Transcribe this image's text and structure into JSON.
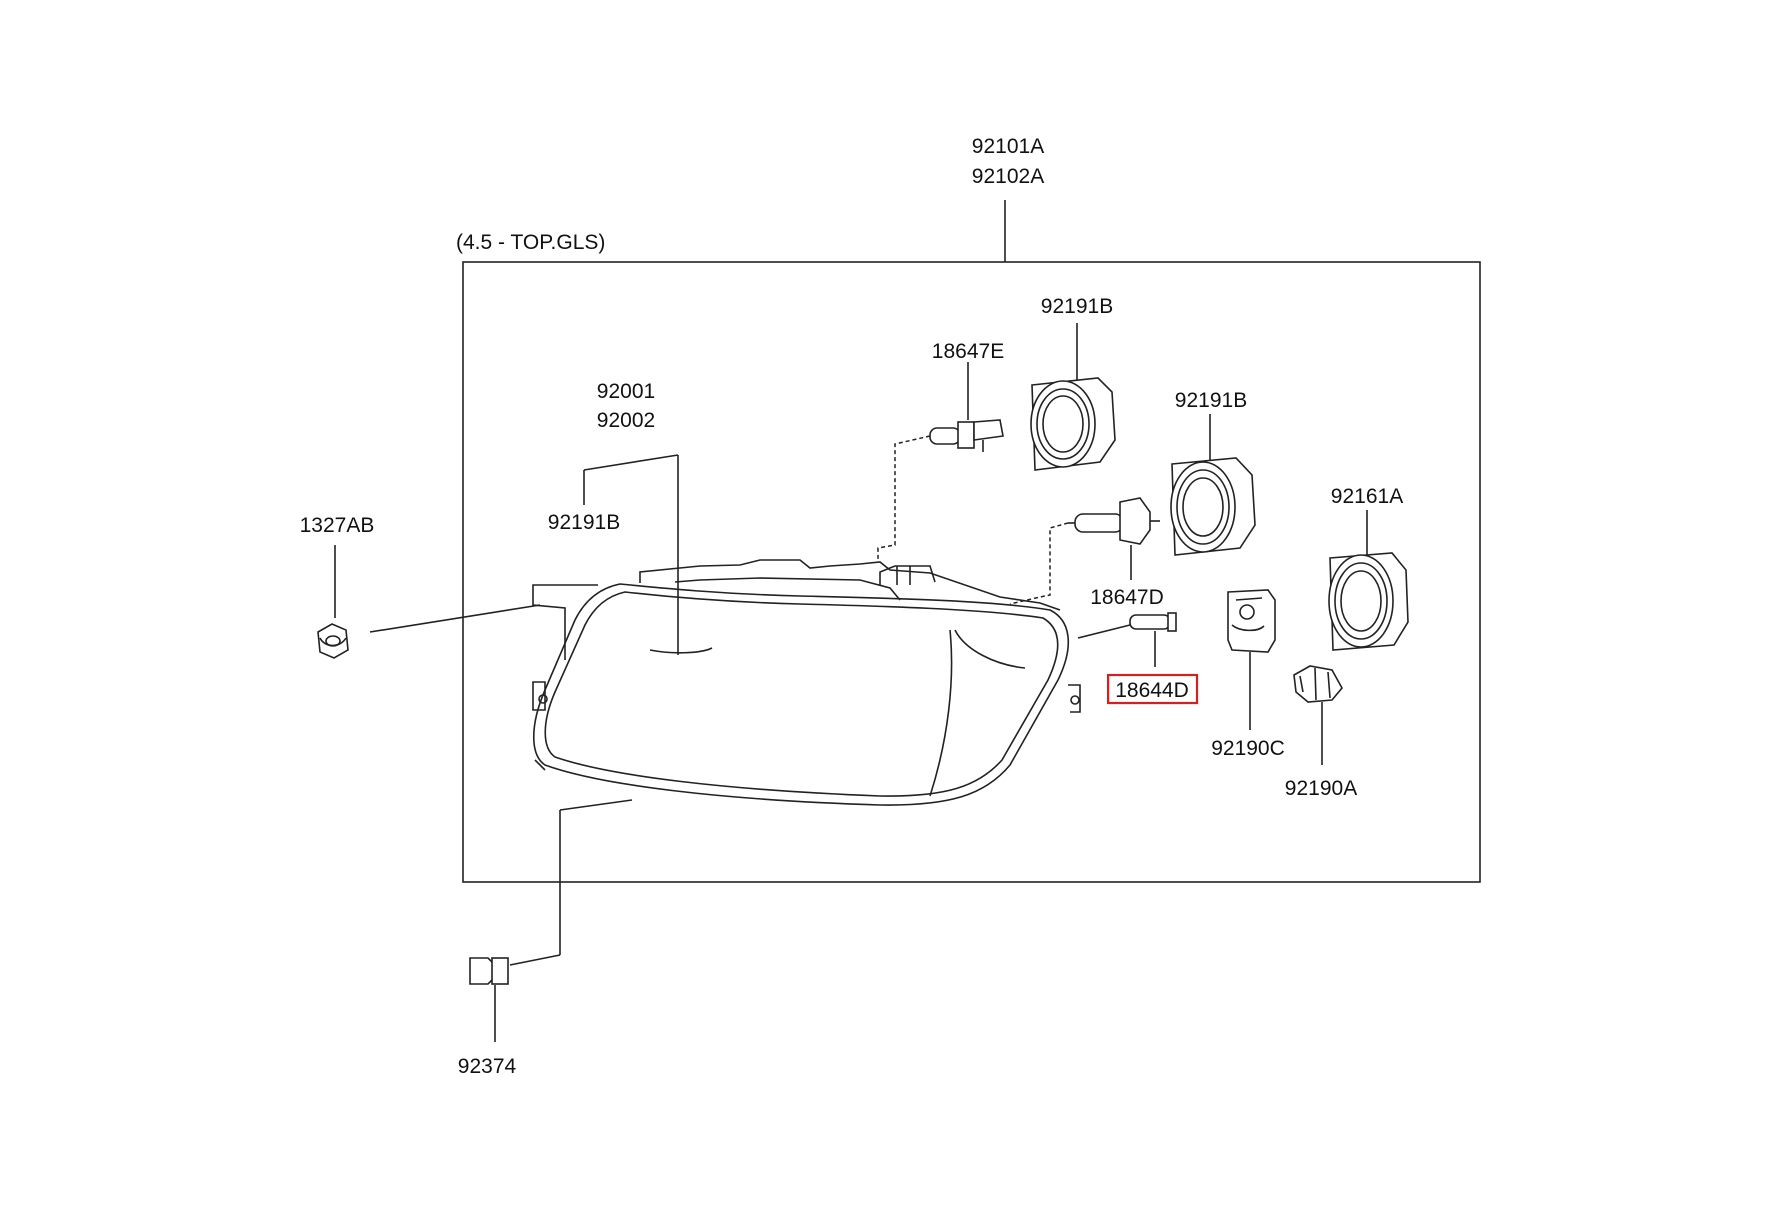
{
  "assembly": {
    "labels": [
      "92101A",
      "92102A"
    ],
    "variant_note": "(4.5 - TOP.GLS)"
  },
  "callouts": {
    "lens_housing": [
      "92001",
      "92002"
    ],
    "lens_socket": "92191B",
    "nut": "1327AB",
    "bulb_e": "18647E",
    "socket_upper": "92191B",
    "socket_middle": "92191B",
    "bulb_d": "18647D",
    "bulb_side": "18644D",
    "socket_right": "92161A",
    "cap": "92190C",
    "holder": "92190A",
    "screw": "92374"
  },
  "highlight": {
    "part": "18644D",
    "color": "#d81e1e"
  }
}
